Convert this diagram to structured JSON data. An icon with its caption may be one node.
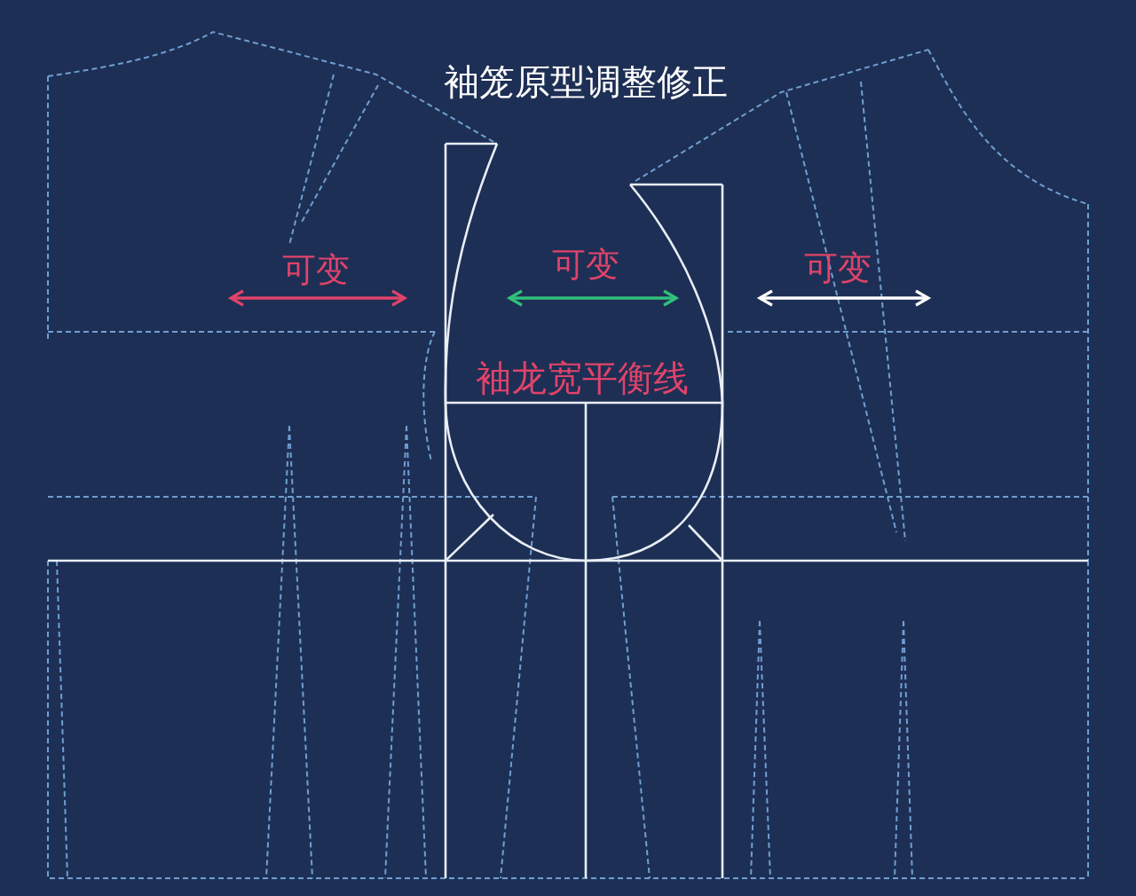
{
  "diagram": {
    "title": "袖笼原型调整修正",
    "labels": [
      "可变",
      "可变",
      "可变",
      "袖龙宽平衡线"
    ]
  }
}
